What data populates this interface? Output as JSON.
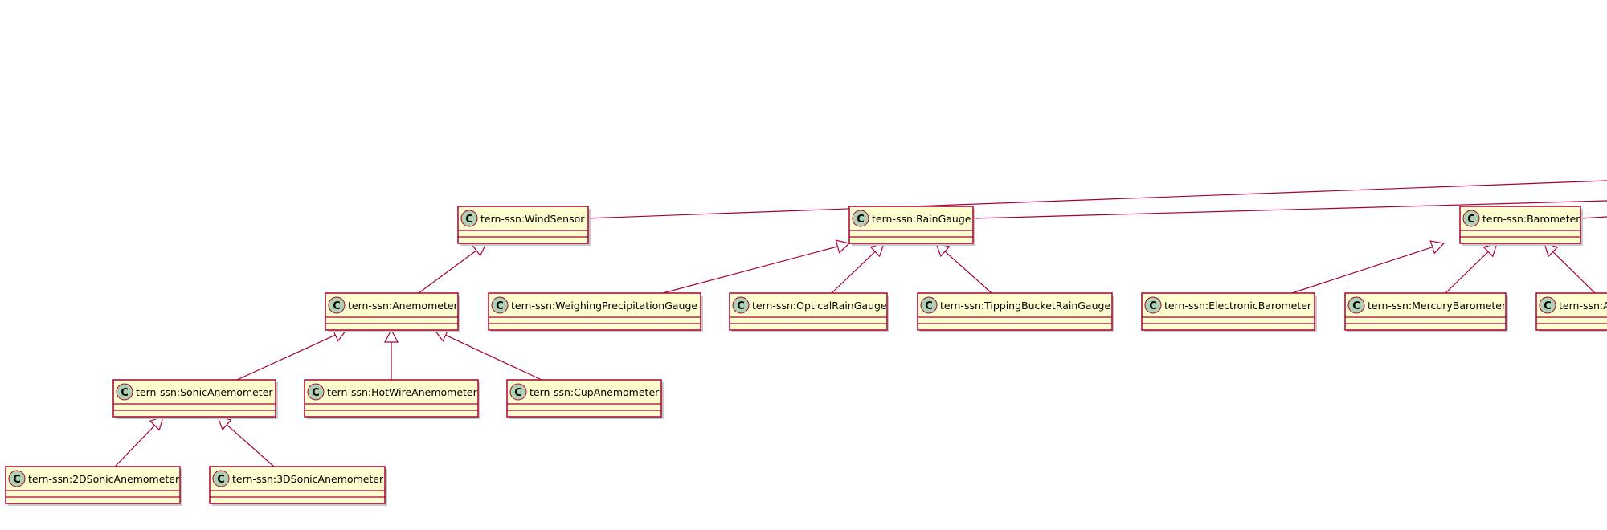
{
  "diagram": {
    "theme": {
      "box_fill": "#fefece",
      "border": "#a80036",
      "stereotype_circle": "#add1b2",
      "background": "#ffffff"
    },
    "stereotype_letter": "C",
    "classes": [
      {
        "id": "windsensor",
        "name": "tern-ssn:WindSensor"
      },
      {
        "id": "raingauge",
        "name": "tern-ssn:RainGauge"
      },
      {
        "id": "barometer",
        "name": "tern-ssn:Barometer"
      },
      {
        "id": "anemometer",
        "name": "tern-ssn:Anemometer"
      },
      {
        "id": "weighing",
        "name": "tern-ssn:WeighingPrecipitationGauge"
      },
      {
        "id": "optical",
        "name": "tern-ssn:OpticalRainGauge"
      },
      {
        "id": "tipping",
        "name": "tern-ssn:TippingBucketRainGauge"
      },
      {
        "id": "electronic",
        "name": "tern-ssn:ElectronicBarometer"
      },
      {
        "id": "mercury",
        "name": "tern-ssn:MercuryBarometer"
      },
      {
        "id": "aneroid",
        "name": "tern-ssn:A"
      },
      {
        "id": "sonic",
        "name": "tern-ssn:SonicAnemometer"
      },
      {
        "id": "hotwire",
        "name": "tern-ssn:HotWireAnemometer"
      },
      {
        "id": "cup",
        "name": "tern-ssn:CupAnemometer"
      },
      {
        "id": "sonic2d",
        "name": "tern-ssn:2DSonicAnemometer"
      },
      {
        "id": "sonic3d",
        "name": "tern-ssn:3DSonicAnemometer"
      }
    ],
    "generalizations": [
      {
        "from": "anemometer",
        "to": "windsensor"
      },
      {
        "from": "weighing",
        "to": "raingauge"
      },
      {
        "from": "optical",
        "to": "raingauge"
      },
      {
        "from": "tipping",
        "to": "raingauge"
      },
      {
        "from": "electronic",
        "to": "barometer"
      },
      {
        "from": "mercury",
        "to": "barometer"
      },
      {
        "from": "aneroid",
        "to": "barometer"
      },
      {
        "from": "sonic",
        "to": "anemometer"
      },
      {
        "from": "hotwire",
        "to": "anemometer"
      },
      {
        "from": "cup",
        "to": "anemometer"
      },
      {
        "from": "sonic2d",
        "to": "sonic"
      },
      {
        "from": "sonic3d",
        "to": "sonic"
      }
    ],
    "offscreen_links": [
      {
        "from": "windsensor",
        "direction": "right"
      },
      {
        "from": "raingauge",
        "direction": "right"
      },
      {
        "from": "barometer",
        "direction": "right"
      }
    ]
  }
}
